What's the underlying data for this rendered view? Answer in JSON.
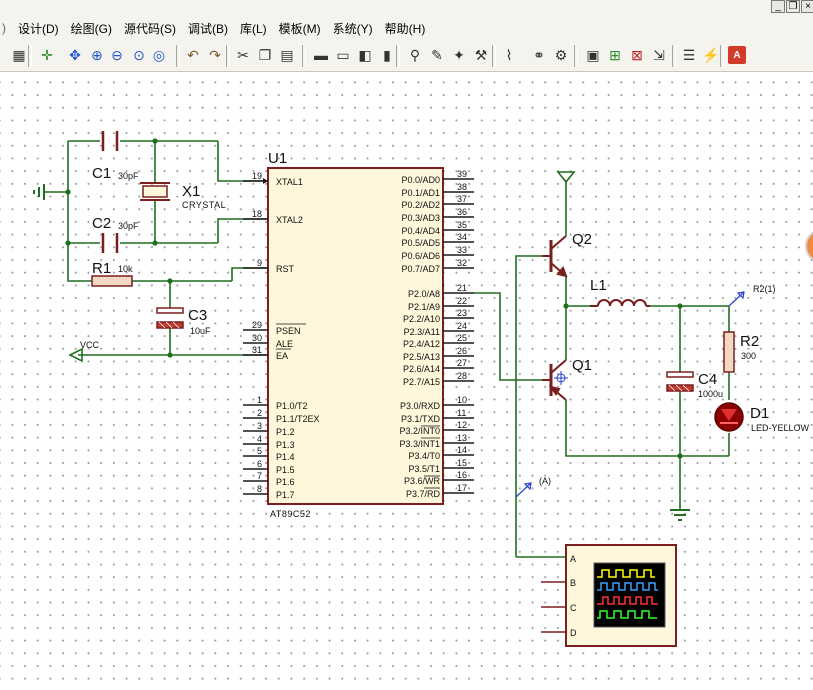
{
  "window": {
    "controls": [
      "_",
      "❐",
      "×"
    ]
  },
  "menu": [
    "设计(D)",
    "绘图(G)",
    "源代码(S)",
    "调试(B)",
    "库(L)",
    "模板(M)",
    "系统(Y)",
    "帮助(H)"
  ],
  "toolbar_icons": [
    "grid-icon",
    "origin-icon",
    "pan-icon",
    "zoom-in-icon",
    "zoom-out-icon",
    "zoom-all-icon",
    "zoom-area-icon",
    "undo-icon",
    "redo-icon",
    "cut-icon",
    "copy-icon",
    "paste-icon",
    "block-copy-icon",
    "block-move-icon",
    "block-rotate-icon",
    "block-delete-icon",
    "pick-device-icon",
    "make-device-icon",
    "decompose-icon",
    "packaging-tool-icon",
    "wire-autorouter-icon",
    "search-tag-icon",
    "property-tool-icon",
    "new-sheet-icon",
    "add-sheet-icon",
    "remove-sheet-icon",
    "goto-sheet-icon",
    "bill-of-materials-icon",
    "electrical-check-icon",
    "ares-icon"
  ],
  "schematic": {
    "colors": {
      "wire": "#1f6f1f",
      "body": "#7a1e1e",
      "fill": "#fff7dc",
      "pin": "#1a1a1a"
    },
    "crystal_circuit": {
      "c1": {
        "ref": "C1",
        "value": "30pF"
      },
      "c2": {
        "ref": "C2",
        "value": "30pF"
      },
      "x1": {
        "ref": "X1",
        "value": "CRYSTAL"
      }
    },
    "reset_circuit": {
      "r1": {
        "ref": "R1",
        "value": "10k"
      },
      "c3": {
        "ref": "C3",
        "value": "10uF"
      }
    },
    "vcc_label": "VCC",
    "mcu": {
      "ref": "U1",
      "part": "AT89C52",
      "left_pins": [
        {
          "num": "19",
          "name": "XTAL1"
        },
        {
          "num": "18",
          "name": "XTAL2"
        },
        {
          "num": "9",
          "name": "RST"
        },
        {
          "num": "29",
          "name": "PSEN"
        },
        {
          "num": "30",
          "name": "ALE"
        },
        {
          "num": "31",
          "name": "EA"
        },
        {
          "num": "1",
          "name": "P1.0/T2"
        },
        {
          "num": "2",
          "name": "P1.1/T2EX"
        },
        {
          "num": "3",
          "name": "P1.2"
        },
        {
          "num": "4",
          "name": "P1.3"
        },
        {
          "num": "5",
          "name": "P1.4"
        },
        {
          "num": "6",
          "name": "P1.5"
        },
        {
          "num": "7",
          "name": "P1.6"
        },
        {
          "num": "8",
          "name": "P1.7"
        }
      ],
      "right_pins": [
        {
          "num": "39",
          "name": "P0.0/AD0"
        },
        {
          "num": "38",
          "name": "P0.1/AD1"
        },
        {
          "num": "37",
          "name": "P0.2/AD2"
        },
        {
          "num": "36",
          "name": "P0.3/AD3"
        },
        {
          "num": "35",
          "name": "P0.4/AD4"
        },
        {
          "num": "34",
          "name": "P0.5/AD5"
        },
        {
          "num": "33",
          "name": "P0.6/AD6"
        },
        {
          "num": "32",
          "name": "P0.7/AD7"
        },
        {
          "num": "21",
          "name": "P2.0/A8"
        },
        {
          "num": "22",
          "name": "P2.1/A9"
        },
        {
          "num": "23",
          "name": "P2.2/A10"
        },
        {
          "num": "24",
          "name": "P2.3/A11"
        },
        {
          "num": "25",
          "name": "P2.4/A12"
        },
        {
          "num": "26",
          "name": "P2.5/A13"
        },
        {
          "num": "27",
          "name": "P2.6/A14"
        },
        {
          "num": "28",
          "name": "P2.7/A15"
        },
        {
          "num": "10",
          "name": "P3.0/RXD"
        },
        {
          "num": "11",
          "name": "P3.1/TXD"
        },
        {
          "num": "12",
          "name": "P3.2/INT0"
        },
        {
          "num": "13",
          "name": "P3.3/INT1"
        },
        {
          "num": "14",
          "name": "P3.4/T0"
        },
        {
          "num": "15",
          "name": "P3.5/T1"
        },
        {
          "num": "16",
          "name": "P3.6/WR"
        },
        {
          "num": "17",
          "name": "P3.7/RD"
        }
      ]
    },
    "driver": {
      "q1": "Q1",
      "q2": "Q2",
      "l1": "L1",
      "c4": {
        "ref": "C4",
        "value": "1000u"
      },
      "r2": {
        "ref": "R2",
        "value": "300"
      },
      "d1": {
        "ref": "D1",
        "value": "LED-YELLOW"
      },
      "probe_r2": "R2(1)",
      "probe_a": "(A)"
    },
    "oscilloscope": {
      "channels": [
        "A",
        "B",
        "C",
        "D"
      ],
      "trace_colors": [
        "#ffff00",
        "#3aa0ff",
        "#ff3030",
        "#30ff30"
      ]
    }
  }
}
